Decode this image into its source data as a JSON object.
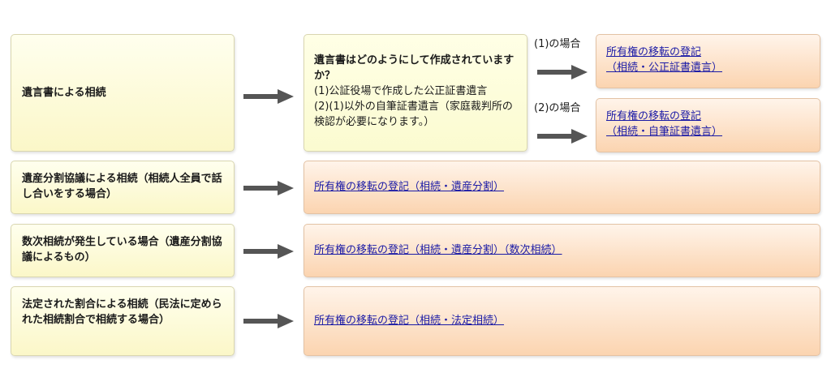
{
  "left_boxes": {
    "will": "遺言書による相続",
    "division": "遺産分割協議による相続（相続人全員で話し合いをする場合）",
    "successive": "数次相続が発生している場合（遺産分割協議によるもの）",
    "statutory": "法定された割合による相続（民法に定められた相続割合で相続する場合）"
  },
  "question": {
    "title": "遺言書はどのようにして作成されていますか？",
    "option1": "(1)公証役場で作成した公正証書遺言",
    "option2": "(2)(1)以外の自筆証書遺言（家庭裁判所の検認が必要になります。）"
  },
  "case_labels": {
    "case1": "(1)の場合",
    "case2": "(2)の場合"
  },
  "links": {
    "notarized_line1": "所有権の移転の登記",
    "notarized_line2": "（相続・公正証書遺言）",
    "holographic_line1": "所有権の移転の登記",
    "holographic_line2": "（相続・自筆証書遺言）",
    "division": "所有権の移転の登記（相続・遺産分割）",
    "successive": "所有権の移転の登記（相続・遺産分割）（数次相続）",
    "statutory": "所有権の移転の登記（相続・法定相続）"
  }
}
